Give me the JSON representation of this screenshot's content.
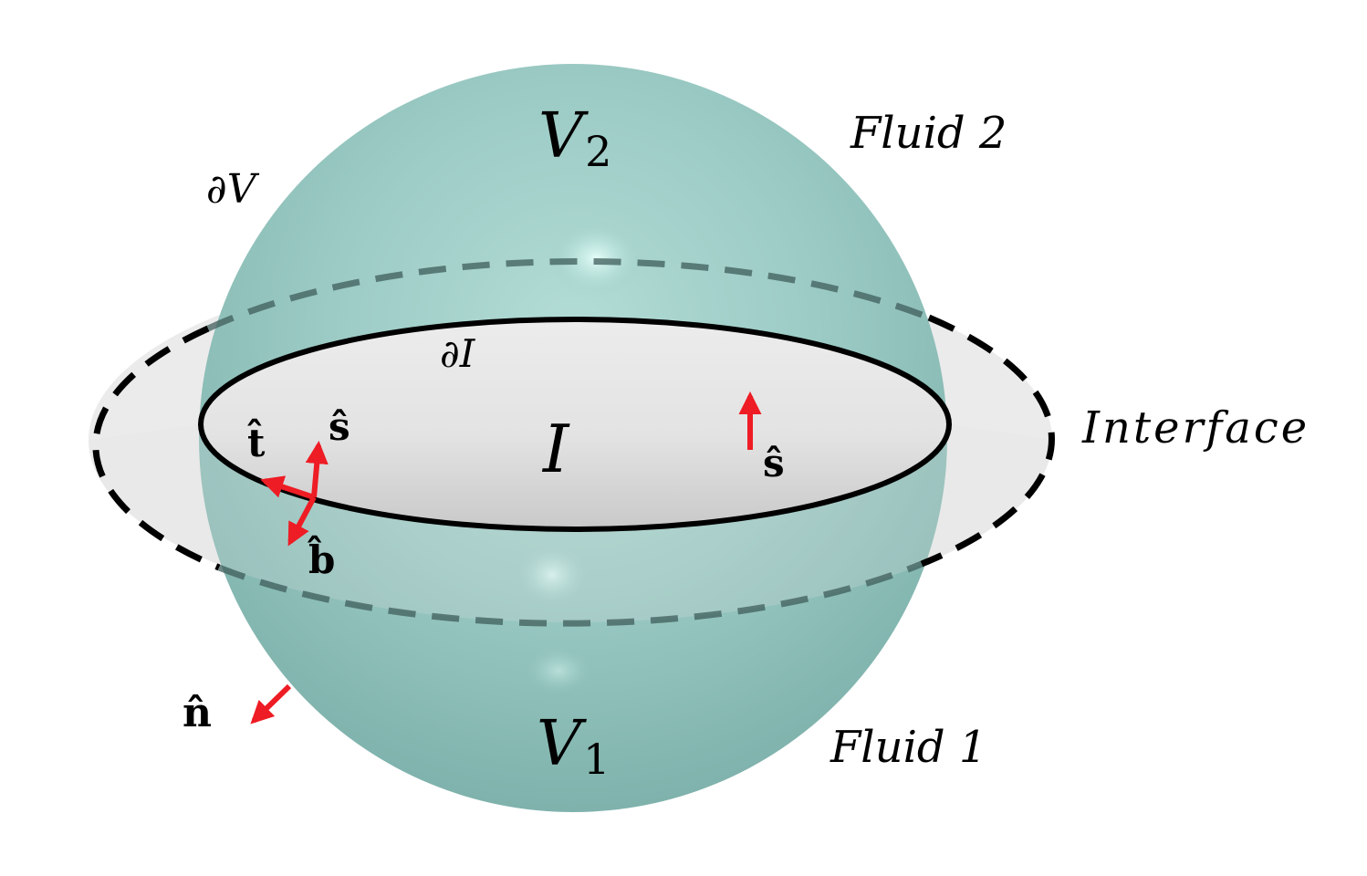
{
  "labels": {
    "volume_upper": {
      "letter": "V",
      "subscript": "2"
    },
    "volume_lower": {
      "letter": "V",
      "subscript": "1"
    },
    "fluid_upper": "Fluid 2",
    "fluid_lower": "Fluid 1",
    "boundary_volume": "∂V",
    "boundary_interface": "∂I",
    "interface_region": "I",
    "interface_name": "Interface"
  },
  "vectors": {
    "tangent": "t̂",
    "conormal_left": "ŝ",
    "conormal_right": "ŝ",
    "binormal": "b̂",
    "normal": "n̂"
  },
  "colors": {
    "sphere_fill": "#8fc1bb",
    "sphere_highlight": "#d9f5ef",
    "interface_fill": "#ebebeb",
    "interface_inner_fill": "#e2e2e2",
    "outline": "#000000",
    "hidden_dash": "#3f5d5b",
    "arrow": "#ee1c24"
  }
}
